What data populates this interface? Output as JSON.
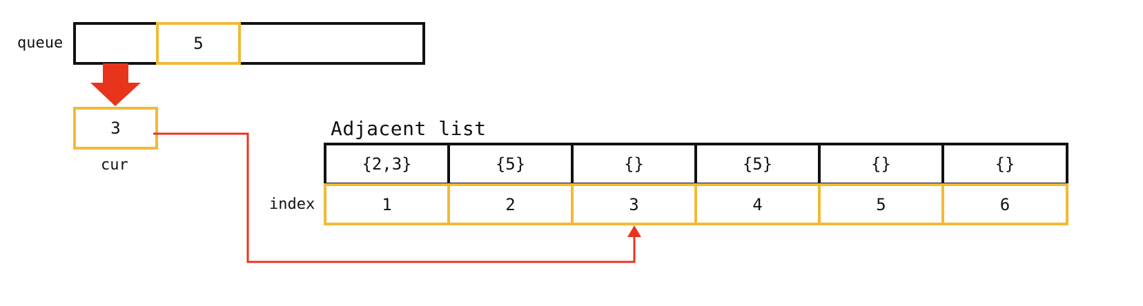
{
  "queue": {
    "label": "queue",
    "values": [
      "",
      "5",
      ""
    ]
  },
  "cur": {
    "label": "cur",
    "value": "3"
  },
  "adjacent": {
    "title": "Adjacent list",
    "index_label": "index",
    "lists": [
      "{2,3}",
      "{5}",
      "{}",
      "{5}",
      "{}",
      "{}"
    ],
    "indices": [
      "1",
      "2",
      "3",
      "4",
      "5",
      "6"
    ]
  },
  "colors": {
    "black": "#111111",
    "yellow": "#F2B935",
    "red": "#E8341C"
  }
}
